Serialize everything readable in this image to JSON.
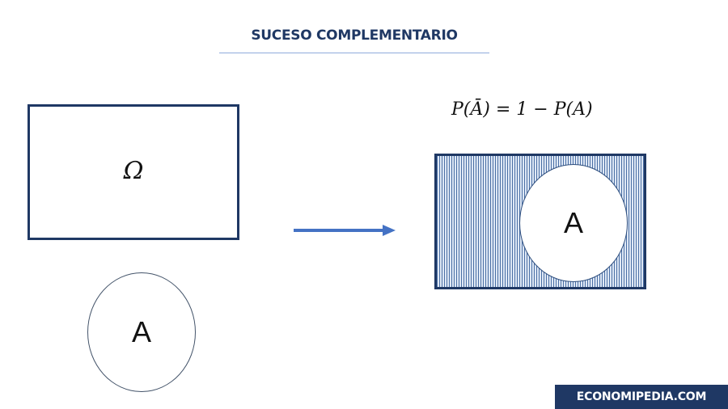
{
  "title": "SUCESO COMPLEMENTARIO",
  "sample_space": {
    "label": "Ω",
    "shape": "rectangle"
  },
  "event": {
    "label": "A",
    "shape": "ellipse"
  },
  "arrow": {
    "direction": "right",
    "color": "#4472c4"
  },
  "formula": "P(Ā) = 1 − P(A)",
  "result_diagram": {
    "inner_label": "A",
    "shaded_region": "complement of A (vertical hatching)",
    "hatch_color": "#4a6fa5",
    "border_color": "#1f3864"
  },
  "brand": {
    "label": "ECONOMIPEDIA.COM",
    "background": "#1f3864"
  },
  "colors": {
    "title": "#1f3864",
    "rule": "#8faadc",
    "box_border": "#1f3864"
  }
}
